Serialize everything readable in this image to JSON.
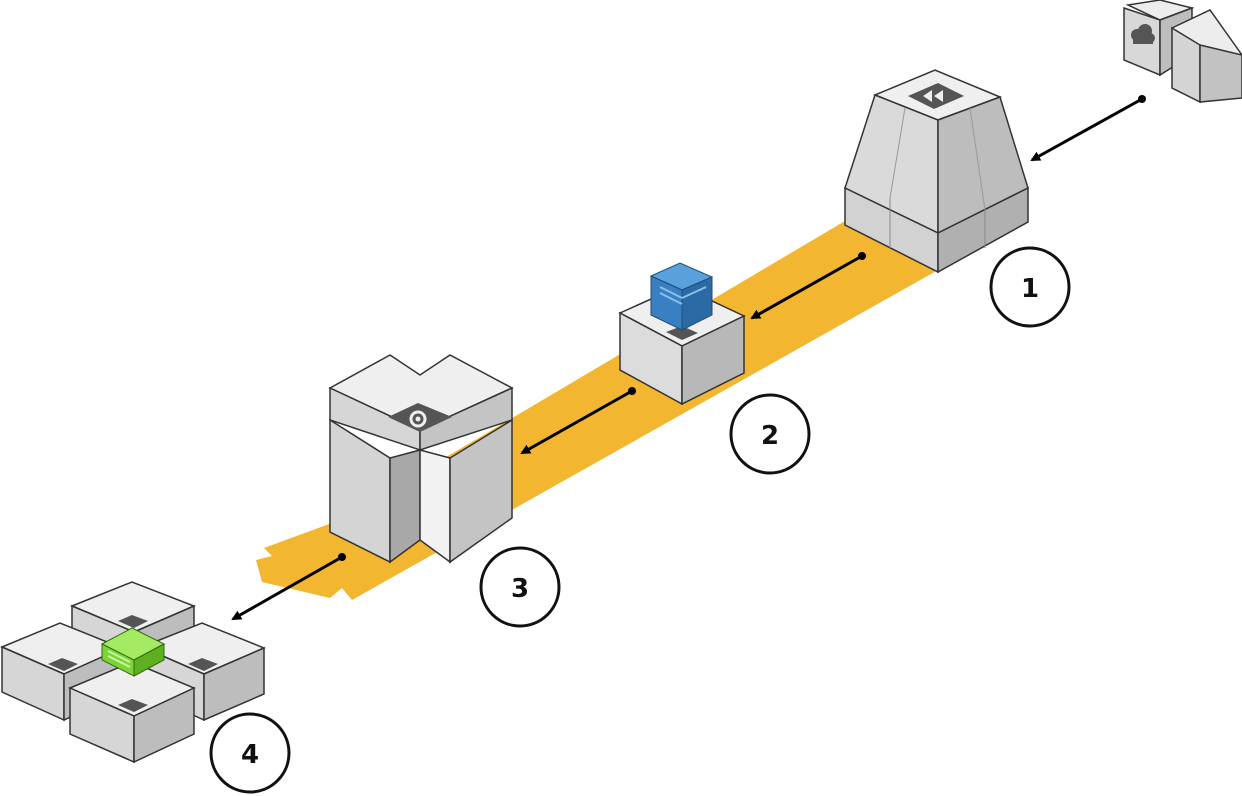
{
  "steps": [
    {
      "number": "1"
    },
    {
      "number": "2"
    },
    {
      "number": "3"
    },
    {
      "number": "4"
    }
  ],
  "nodes": [
    {
      "id": "source",
      "icon": "cloud-icon"
    },
    {
      "id": "stream",
      "icon": "fast-forward-icon"
    },
    {
      "id": "container",
      "icon": "package-icon",
      "color": "#3a7fc1"
    },
    {
      "id": "processor",
      "icon": "bucket-gear-icon"
    },
    {
      "id": "cluster",
      "icon": "green-block-icon",
      "color": "#7ed23a"
    }
  ],
  "colors": {
    "flow_band": "#f3b630",
    "node_light": "#e4e4e4",
    "node_mid": "#c9c9c9",
    "node_dark": "#a8a8a8",
    "icon_dark": "#555555"
  }
}
